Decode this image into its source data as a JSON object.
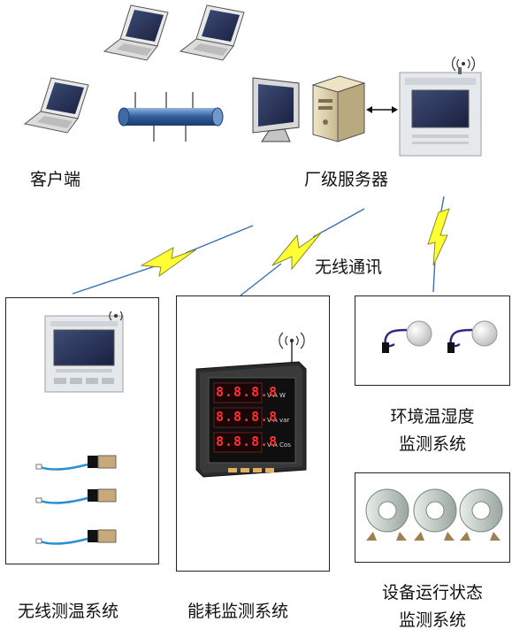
{
  "labels": {
    "client": "客户端",
    "plant_server": "厂级服务器",
    "wireless_comm": "无线通讯",
    "wireless_temp": "无线测温系统",
    "energy_monitor": "能耗监测系统",
    "env_line1": "环境温湿度",
    "env_line2": "监测系统",
    "equip_line1": "设备运行状态",
    "equip_line2": "监测系统"
  },
  "meter": {
    "rows": [
      "8.8.8.8",
      "8.8.8.8",
      "8.8.8.8"
    ]
  },
  "colors": {
    "lightning": "#ffff33",
    "link_line": "#3a6fb0",
    "pipe": "#2e5c9a",
    "meter_digit": "#ff3030"
  }
}
